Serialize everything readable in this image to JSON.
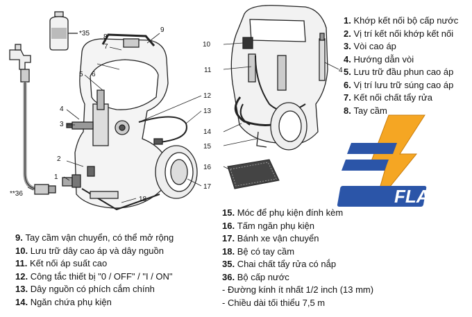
{
  "legend_top_right": [
    {
      "num": "1.",
      "text": "Khớp kết nối bộ cấp nước"
    },
    {
      "num": "2.",
      "text": "Vị trí kết nối khớp kết nối"
    },
    {
      "num": "3.",
      "text": "Vòi cao áp"
    },
    {
      "num": "4.",
      "text": "Hướng dẫn vòi"
    },
    {
      "num": "5.",
      "text": "Lưu trữ đầu phun cao áp"
    },
    {
      "num": "6.",
      "text": "Vị trí lưu trữ súng cao áp"
    },
    {
      "num": "7.",
      "text": "Kết nối chất tẩy rửa"
    },
    {
      "num": "8.",
      "text": "Tay cầm"
    }
  ],
  "legend_bottom_left": [
    {
      "num": "9.",
      "text": "Tay cầm vận chuyển, có thể mở rộng"
    },
    {
      "num": "10.",
      "text": "Lưu trữ dây cao áp và dây nguồn"
    },
    {
      "num": "11.",
      "text": "Kết nối áp suất cao"
    },
    {
      "num": "12.",
      "text": "Công tắc thiết bị \"0 / OFF\" / \"I / ON\""
    },
    {
      "num": "13.",
      "text": "Dây nguồn có phích cắm chính"
    },
    {
      "num": "14.",
      "text": "Ngăn chứa phụ kiện"
    }
  ],
  "legend_bottom_right": [
    {
      "num": "15.",
      "text": "Móc để phụ kiện đính kèm"
    },
    {
      "num": "16.",
      "text": "Tấm ngăn phụ kiện"
    },
    {
      "num": "17.",
      "text": "Bánh xe vận chuyển"
    },
    {
      "num": "18.",
      "text": "Bệ có tay cầm"
    },
    {
      "num": "35.",
      "text": "Chai chất tẩy rửa có nắp"
    },
    {
      "num": "36.",
      "text": "Bộ cấp nước"
    },
    {
      "num": "",
      "text": "- Đường kính ít nhất 1/2 inch (13 mm)"
    },
    {
      "num": "",
      "text": "- Chiều dài tối thiểu 7,5 m"
    }
  ],
  "callouts_left": {
    "c1": "1",
    "c2": "2",
    "c3": "3",
    "c4": "4",
    "c5": "5",
    "c6": "6",
    "c7": "7",
    "c8": "8",
    "c9": "9",
    "c12": "12",
    "c13": "13",
    "c17": "17",
    "c18": "18",
    "c35": "*35",
    "c36": "**36"
  },
  "callouts_right": {
    "c10": "10",
    "c11": "11",
    "c4": "4",
    "c14": "14",
    "c15": "15",
    "c16": "16"
  },
  "logo": {
    "text": "FLASH",
    "colors": {
      "yellow": "#f5a623",
      "blue": "#2b55a8"
    }
  }
}
